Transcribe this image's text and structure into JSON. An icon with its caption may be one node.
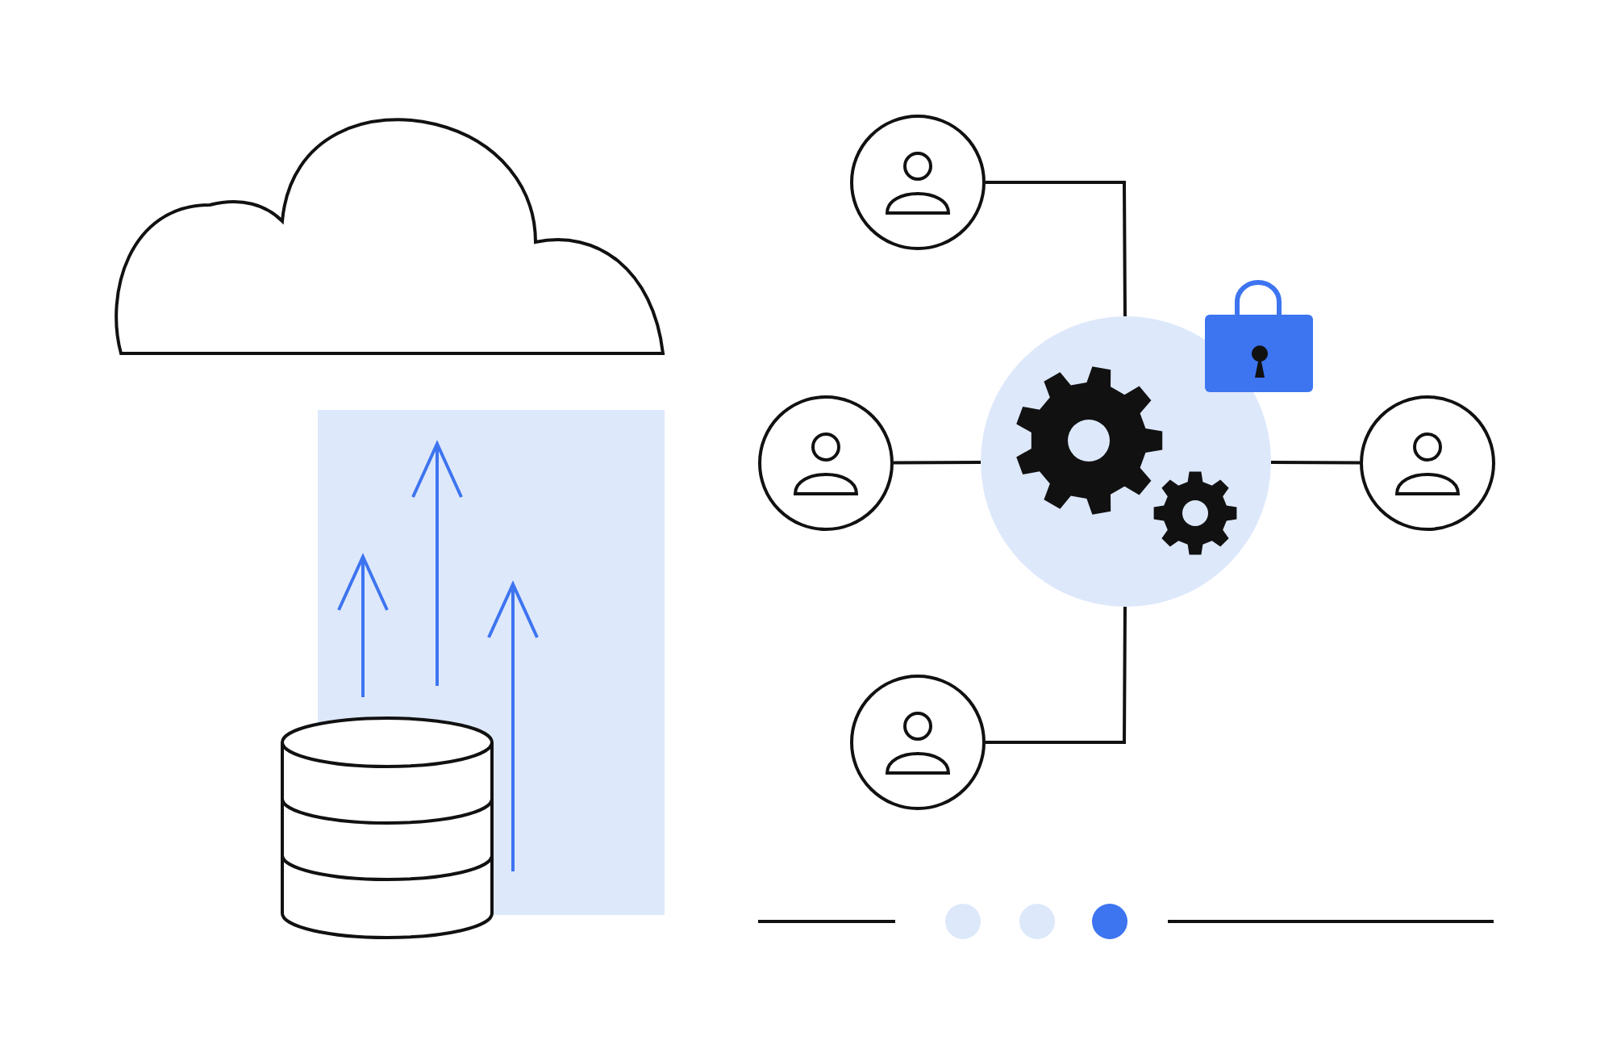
{
  "diagram": {
    "nodes": [
      {
        "text": [],
        "shape": "cloud"
      },
      {
        "text": [],
        "shape": "cylinder"
      },
      {
        "text": [],
        "shape": "person"
      },
      {
        "text": [],
        "shape": "person"
      },
      {
        "text": [],
        "shape": "circle"
      },
      {
        "text": [],
        "shape": "person"
      },
      {
        "text": [],
        "shape": "person"
      }
    ],
    "edges": [
      {
        "from": 2,
        "to": 4,
        "arrow": "none"
      },
      {
        "from": 3,
        "to": 4,
        "arrow": "none"
      },
      {
        "from": 4,
        "to": 5,
        "arrow": "none"
      },
      {
        "from": 6,
        "to": 4,
        "arrow": "none"
      }
    ]
  }
}
